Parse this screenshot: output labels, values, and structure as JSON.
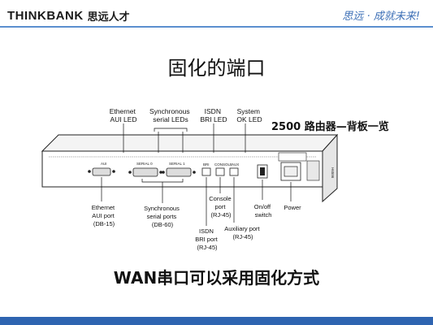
{
  "header": {
    "logo_en": "THINKBANK",
    "logo_cn": "思远人才",
    "slogan": "思远 · 成就未来!"
  },
  "title": "固化的端口",
  "subtitle": "WAN串口可以采用固化方式",
  "diagram": {
    "caption": "2500 路由器—背板一览",
    "top_labels": [
      [
        "Ethernet",
        "AUI LED"
      ],
      [
        "Synchronous",
        "serial LEDs"
      ],
      [
        "ISDN",
        "BRI LED"
      ],
      [
        "System",
        "OK LED"
      ]
    ],
    "bottom_labels": [
      [
        "Ethernet",
        "AUI port",
        "(DB-15)"
      ],
      [
        "Synchronous",
        "serial ports",
        "(DB-60)"
      ],
      [
        "ISDN",
        "BRI port",
        "(RJ-45)"
      ],
      [
        "Console",
        "port",
        "(RJ-45)"
      ],
      [
        "Auxiliary port",
        "(RJ-45)"
      ],
      [
        "On/off",
        "switch"
      ],
      [
        "Power"
      ]
    ],
    "panel_texts": [
      "AUI",
      "SERIAL 0",
      "SERIAL 1",
      "BRI",
      "CONSOLE",
      "AUX"
    ],
    "figure_id": "H6596"
  },
  "colors": {
    "accent": "#2e64b0",
    "slogan": "#3d6fb6"
  }
}
